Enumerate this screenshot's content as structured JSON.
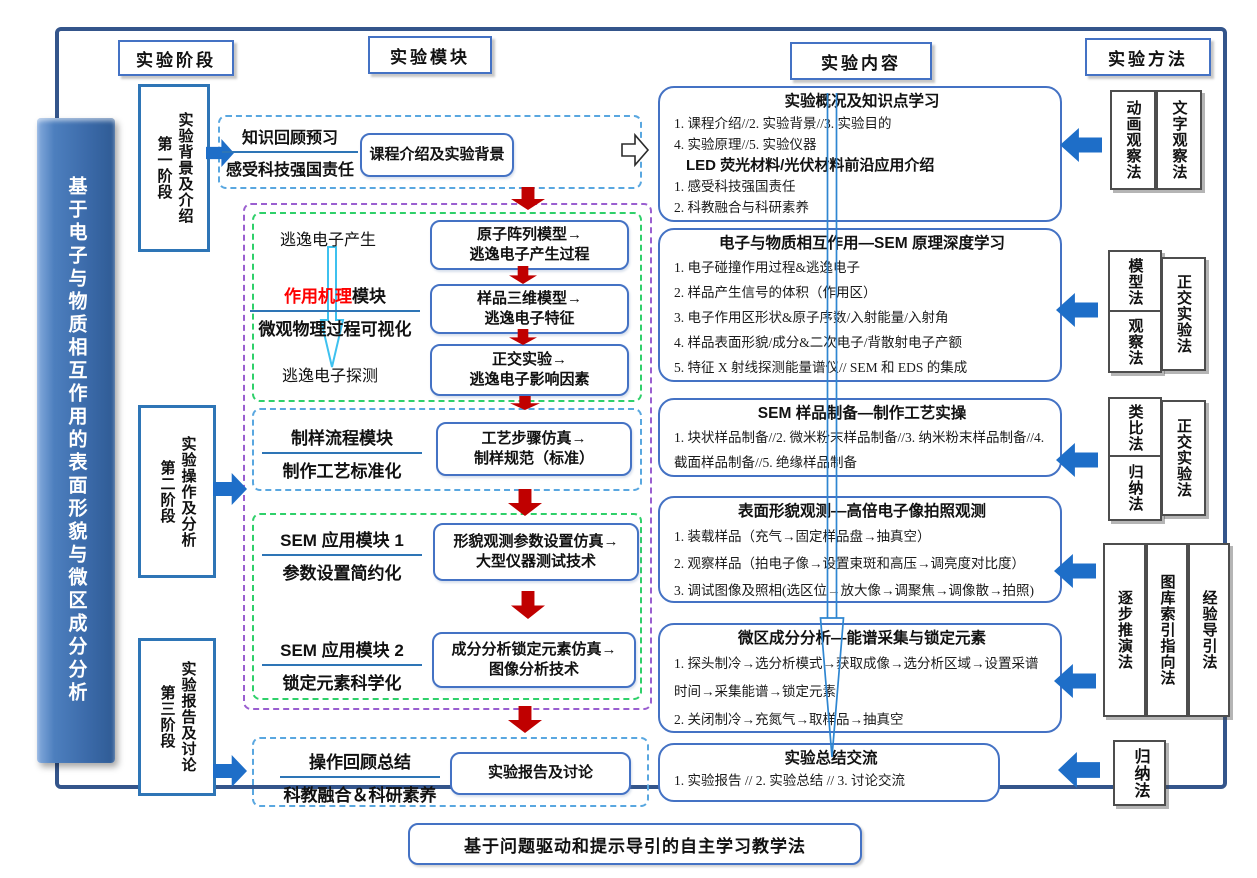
{
  "headers": {
    "stage": "实验阶段",
    "module": "实验模块",
    "content": "实验内容",
    "method": "实验方法"
  },
  "left_bar": "基于电子与物质相互作用的表面形貌与微区成分分析",
  "stages": {
    "s1": {
      "name": "第一阶段",
      "desc": "实验背景及介绍"
    },
    "s2": {
      "name": "第二阶段",
      "desc": "实验操作及分析"
    },
    "s3": {
      "name": "第三阶段",
      "desc": "实验报告及讨论"
    }
  },
  "modules": {
    "m1": {
      "label1": "知识回顾预习",
      "label2": "感受科技强国责任",
      "box": "课程介绍及实验背景"
    },
    "m2": {
      "top_label": "逃逸电子产生",
      "name_red": "作用机理",
      "name_black": "模块",
      "label2": "微观物理过程可视化",
      "bottom_label": "逃逸电子探测",
      "boxes": [
        {
          "l1": "原子阵列模型→",
          "l2": "逃逸电子产生过程"
        },
        {
          "l1": "样品三维模型→",
          "l2": "逃逸电子特征"
        },
        {
          "l1": "正交实验→",
          "l2": "逃逸电子影响因素"
        }
      ]
    },
    "m3": {
      "label1": "制样流程模块",
      "label2": "制作工艺标准化",
      "box": {
        "l1": "工艺步骤仿真→",
        "l2": "制样规范（标准）"
      }
    },
    "m4": {
      "label1": "SEM 应用模块 1",
      "label2": "参数设置简约化",
      "box": {
        "l1": "形貌观测参数设置仿真→",
        "l2": "大型仪器测试技术"
      }
    },
    "m5": {
      "label1": "SEM 应用模块 2",
      "label2": "锁定元素科学化",
      "box": {
        "l1": "成分分析锁定元素仿真→",
        "l2": "图像分析技术"
      }
    },
    "m6": {
      "label1": "操作回顾总结",
      "label2": "科教融合＆科研素养",
      "box": "实验报告及讨论"
    }
  },
  "contents": {
    "c1": {
      "title": "实验概况及知识点学习",
      "lines": [
        "1. 课程介绍//2. 实验背景//3. 实验目的",
        "4. 实验原理//5. 实验仪器"
      ],
      "subtitle": "LED 荧光材料/光伏材料前沿应用介绍",
      "sublines": [
        "1. 感受科技强国责任",
        "2. 科教融合与科研素养"
      ]
    },
    "c2": {
      "title": "电子与物质相互作用—SEM 原理深度学习",
      "lines": [
        "1. 电子碰撞作用过程&逃逸电子",
        "2. 样品产生信号的体积（作用区）",
        "3. 电子作用区形状&原子序数/入射能量/入射角",
        "4. 样品表面形貌/成分&二次电子/背散射电子产额",
        "5. 特征 X 射线探测能量谱仪// SEM 和 EDS 的集成"
      ]
    },
    "c3": {
      "title": "SEM 样品制备—制作工艺实操",
      "lines": [
        "1. 块状样品制备//2. 微米粉末样品制备//3. 纳米粉末样品制备//4. 截面样品制备//5. 绝缘样品制备"
      ]
    },
    "c4": {
      "title": "表面形貌观测—高倍电子像拍照观测",
      "lines": [
        "1. 装载样品（充气→固定样品盘→抽真空）",
        "2. 观察样品（拍电子像→设置束斑和高压→调亮度对比度）",
        "3. 调试图像及照相(选区位→放大像→调聚焦→调像散→拍照)"
      ]
    },
    "c5": {
      "title": "微区成分分析—能谱采集与锁定元素",
      "lines": [
        "1. 探头制冷→选分析模式→获取成像→选分析区域→设置采谱时间→采集能谱→锁定元素",
        "2. 关闭制冷→充氮气→取样品→抽真空"
      ]
    },
    "c6": {
      "title": "实验总结交流",
      "lines": [
        "1. 实验报告  //  2. 实验总结  //  3. 讨论交流"
      ]
    }
  },
  "methods": {
    "g1": {
      "box1": "动画观察法",
      "box2": "文字观察法"
    },
    "g2": {
      "small1": "模型法",
      "small2": "观察法",
      "tall": "正交实验法"
    },
    "g3": {
      "small1": "类比法",
      "small2": "归纳法",
      "tall": "正交实验法"
    },
    "g4": {
      "box1": "逐步推演法",
      "box2": "图库索引指向法",
      "box3": "经验导引法"
    },
    "g5": {
      "box1": "归纳法"
    }
  },
  "banner": "基于问题驱动和提示导引的自主学习教学法",
  "colors": {
    "frame": "#34558b",
    "accent_blue": "#2e75b6",
    "box_border": "#4472c4",
    "arrow_blue": "#1e6ec8",
    "arrow_red": "#c00000",
    "dashed_blue": "#59a7e0",
    "dashed_green": "#2fd06a",
    "dashed_purple": "#9a5fd0",
    "highlight_red_text": "#fe0000",
    "beam_blue": "#2e86d1",
    "cyan_arrow": "#3ec1ef",
    "leftbar_blue": "#3b6aa9"
  }
}
